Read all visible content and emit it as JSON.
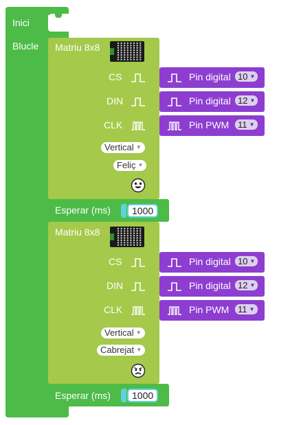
{
  "program": {
    "setup_label": "Inici",
    "loop_label": "Blucle"
  },
  "matrix_blocks": [
    {
      "title": "Matriu 8x8",
      "pins": [
        {
          "label": "CS",
          "type_label": "Pin digital",
          "value": "10"
        },
        {
          "label": "DIN",
          "type_label": "Pin digital",
          "value": "12"
        },
        {
          "label": "CLK",
          "type_label": "Pin PWM",
          "value": "11"
        }
      ],
      "orientation": "Vertical",
      "face": "Feliç",
      "face_icon": "happy-face-icon"
    },
    {
      "title": "Matriu 8x8",
      "pins": [
        {
          "label": "CS",
          "type_label": "Pin digital",
          "value": "10"
        },
        {
          "label": "DIN",
          "type_label": "Pin digital",
          "value": "12"
        },
        {
          "label": "CLK",
          "type_label": "Pin PWM",
          "value": "11"
        }
      ],
      "orientation": "Vertical",
      "face": "Cabrejat",
      "face_icon": "angry-face-icon"
    }
  ],
  "wait_blocks": [
    {
      "label": "Esperar (ms)",
      "value": "1000"
    },
    {
      "label": "Esperar (ms)",
      "value": "1000"
    }
  ],
  "colors": {
    "control": "#4cbb47",
    "matrix": "#a5c94a",
    "pin": "#8d3ed0",
    "number_border": "#5fd2dc"
  }
}
